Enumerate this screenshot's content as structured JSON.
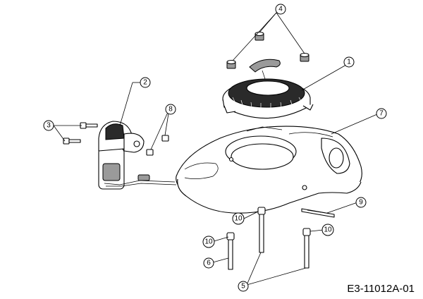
{
  "diagram": {
    "figure_code": "E3-11012A-01",
    "callouts": [
      {
        "id": "callout-1",
        "label": "1"
      },
      {
        "id": "callout-2",
        "label": "2"
      },
      {
        "id": "callout-3",
        "label": "3"
      },
      {
        "id": "callout-4",
        "label": "4"
      },
      {
        "id": "callout-5",
        "label": "5"
      },
      {
        "id": "callout-6",
        "label": "6"
      },
      {
        "id": "callout-7",
        "label": "7"
      },
      {
        "id": "callout-8",
        "label": "8"
      },
      {
        "id": "callout-9",
        "label": "9"
      },
      {
        "id": "callout-10a",
        "label": "10"
      },
      {
        "id": "callout-10b",
        "label": "10"
      },
      {
        "id": "callout-10c",
        "label": "10"
      }
    ]
  }
}
